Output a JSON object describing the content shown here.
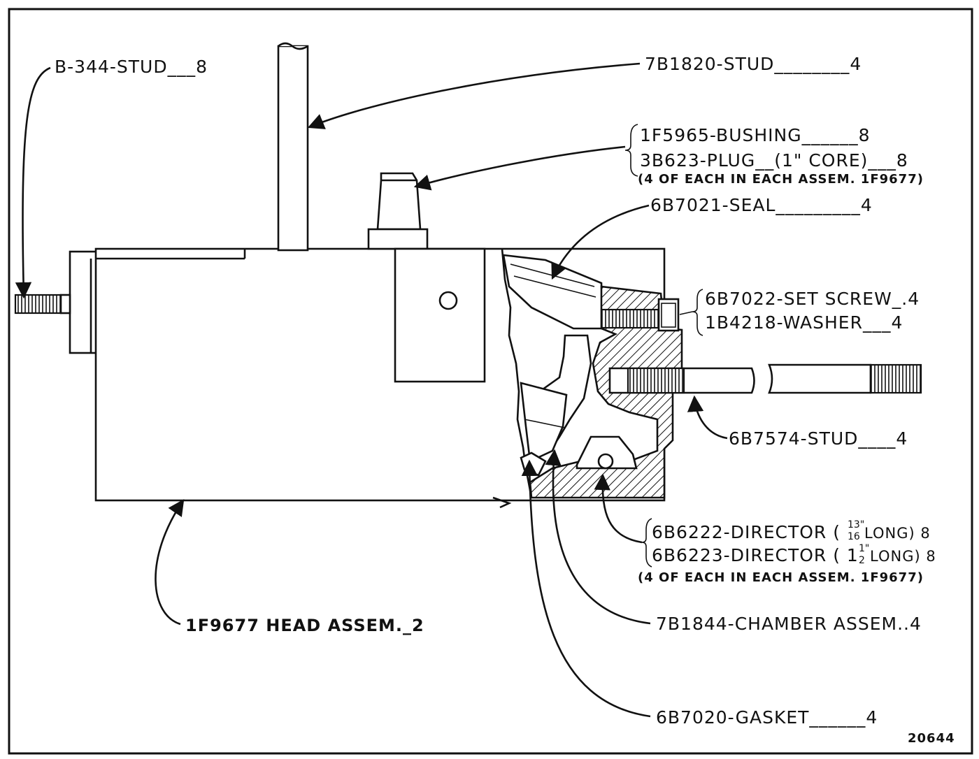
{
  "labels": {
    "stud_b344": "B-344-STUD___8",
    "stud_7b1820": "7B1820-STUD________4",
    "bushing": "1F5965-BUSHING______8",
    "plug": "3B623-PLUG__(1\" CORE)___8",
    "bushing_note": "(4 OF EACH IN EACH ASSEM. 1F9677)",
    "seal": "6B7021-SEAL_________4",
    "set_screw": "6B7022-SET SCREW_.4",
    "washer": "1B4218-WASHER___4",
    "stud_6b7574": "6B7574-STUD____4",
    "director1_pre": "6B6222-DIRECTOR (",
    "director1_num": "13\"",
    "director1_den": "16",
    "director1_post": "LONG) 8",
    "director2_pre": "6B6223-DIRECTOR ( 1",
    "director2_num": "1\"",
    "director2_den": "2",
    "director2_post": "LONG) 8",
    "director_note": "(4 OF EACH IN EACH ASSEM. 1F9677)",
    "head_assem": "1F9677 HEAD ASSEM._2",
    "chamber": "7B1844-CHAMBER ASSEM..4",
    "gasket": "6B7020-GASKET______4",
    "drawing_number": "20644"
  }
}
